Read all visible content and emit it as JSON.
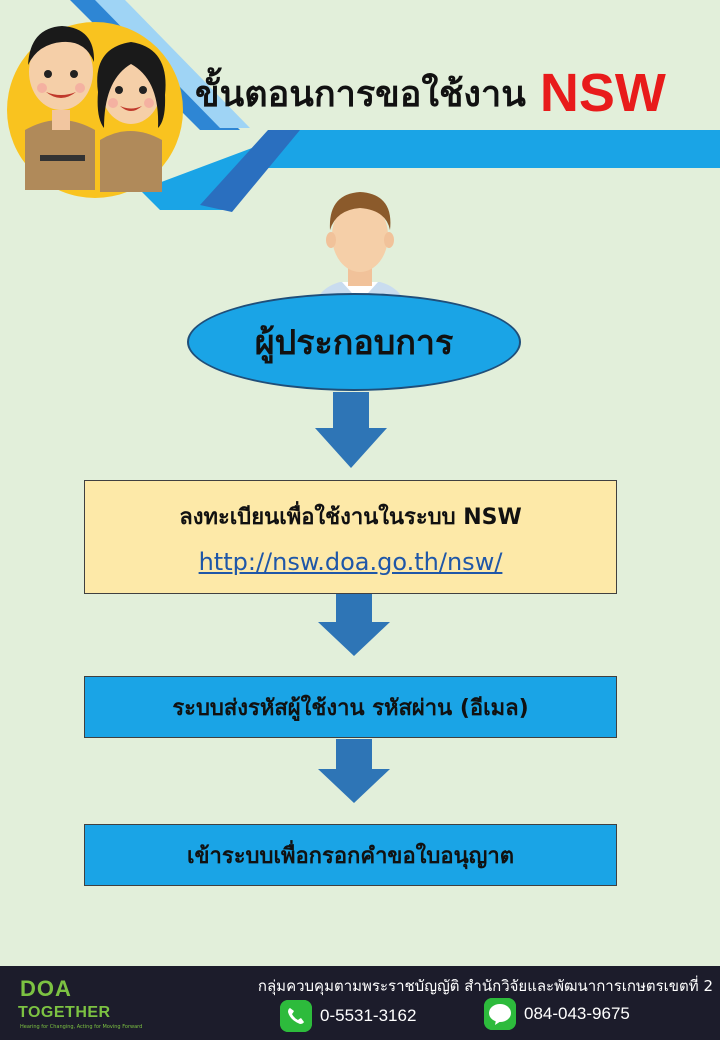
{
  "header": {
    "title": "ขั้นตอนการขอใช้งาน",
    "title_accent": "NSW",
    "accent_color": "#e81b1b"
  },
  "role": {
    "label": "ผู้ประกอบการ"
  },
  "steps": [
    {
      "text": "ลงทะเบียนเพื่อใช้งานในระบบ NSW",
      "link": "http://nsw.doa.go.th/nsw/"
    },
    {
      "text": "ระบบส่งรหัสผู้ใช้งาน รหัสผ่าน (อีเมล)"
    },
    {
      "text": "เข้าระบบเพื่อกรอกคำขอใบอนุญาต"
    }
  ],
  "footer": {
    "org": "กลุ่มควบคุมตามพระราชบัญญัติ  สำนักวิจัยและพัฒนาการเกษตรเขตที่ 2",
    "logo_doa": "DOA",
    "logo_together": "TOGETHER",
    "logo_slogan": "Hearing for Changing, Acting for Moving Forward",
    "phone": "0-5531-3162",
    "line": "084-043-9675",
    "phone_icon": "phone-icon",
    "line_icon": "line-icon"
  },
  "colors": {
    "background": "#e2efda",
    "flow_blue": "#1aa4e6",
    "arrow_blue": "#2e75b6",
    "step1_fill": "#fde9a8",
    "footer_bg": "#1c1c2b"
  }
}
